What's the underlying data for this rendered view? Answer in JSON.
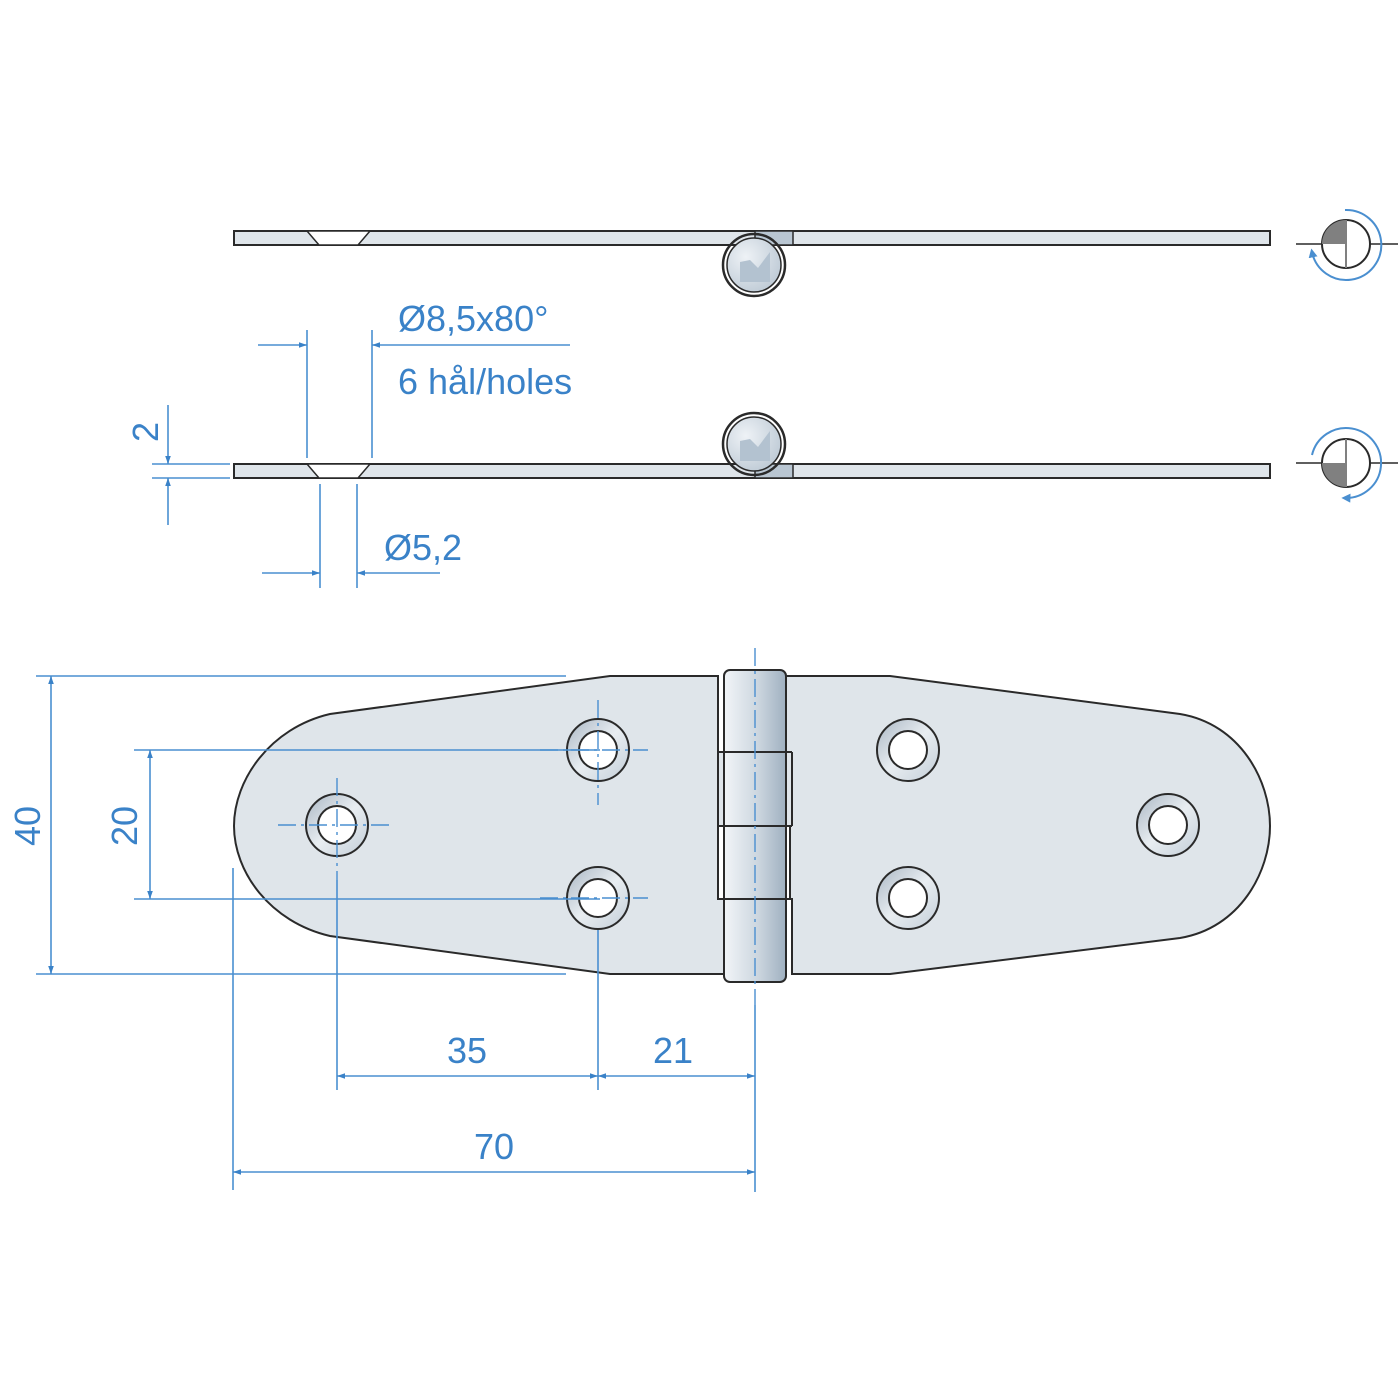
{
  "drawing": {
    "subject": "Stainless steel hinge",
    "colors": {
      "dimension": "#3a82c8",
      "plate_fill": "#dfe5ea",
      "outline": "#2a2a2a",
      "rotation_arrow": "#4a8fd0",
      "quadrant_fill": "#7a7a7a"
    }
  },
  "side_views": {
    "top": {
      "rotation_direction": "counterclockwise-top"
    },
    "bottom": {
      "rotation_direction": "clockwise-bottom"
    }
  },
  "annotations": {
    "countersink": "Ø8,5x80°",
    "holes": "6 hål/holes",
    "hole_diameter": "Ø5,2",
    "thickness": "2"
  },
  "dimensions": {
    "overall_width": "40",
    "hole_spacing_vertical": "20",
    "hole_spacing_horizontal": "35",
    "hole_to_pin": "21",
    "leaf_length": "70"
  }
}
